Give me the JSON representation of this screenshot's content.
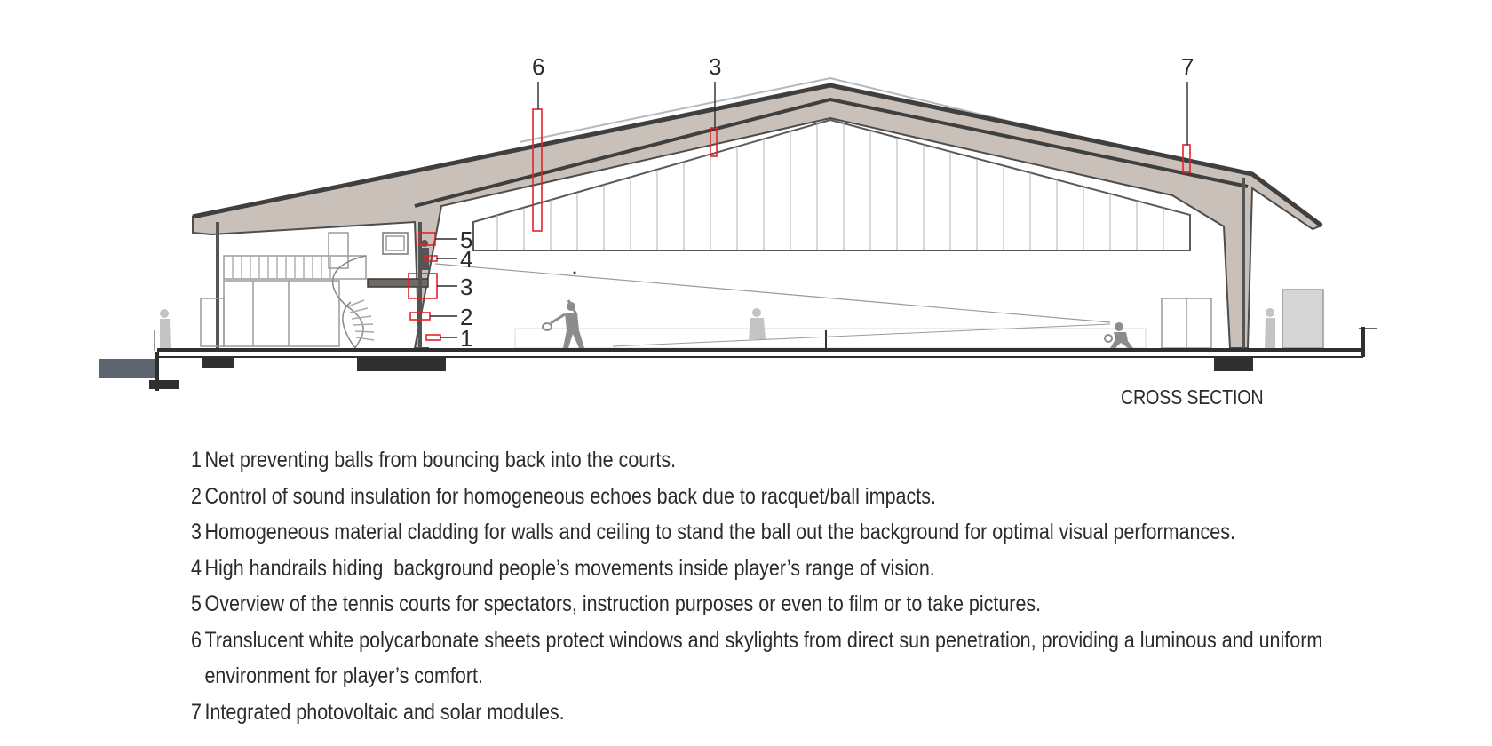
{
  "diagram": {
    "callouts_top": [
      "6",
      "3",
      "7"
    ],
    "callouts_side": [
      "5",
      "4",
      "3",
      "2",
      "1"
    ],
    "section_title": "CROSS SECTION",
    "colors": {
      "roof_fill": "#c9c1b9",
      "roof_edge": "#4d4d4d",
      "highlight": "#e0252b",
      "line": "#5a5a5a",
      "light_line": "#9a9a9a",
      "slab": "#2f2f2f",
      "ground_block": "#5c6470",
      "people": "#a9a9a9"
    }
  },
  "legend": [
    {
      "num": "1",
      "text": "Net preventing balls from bouncing back into the courts."
    },
    {
      "num": "2",
      "text": "Control of sound insulation for homogeneous echoes back due to racquet/ball impacts."
    },
    {
      "num": "3",
      "text": "Homogeneous material cladding for walls and ceiling to stand the ball out the background for optimal visual performances."
    },
    {
      "num": "4",
      "text": "High handrails hiding  background people’s movements inside player’s range of vision."
    },
    {
      "num": "5",
      "text": "Overview of the tennis courts for spectators, instruction purposes or even to film or to take pictures."
    },
    {
      "num": "6",
      "text": "Translucent white polycarbonate sheets protect windows and skylights from direct sun penetration, providing a luminous and uniform environment for player’s comfort."
    },
    {
      "num": "7",
      "text": "Integrated photovoltaic and solar modules."
    }
  ]
}
